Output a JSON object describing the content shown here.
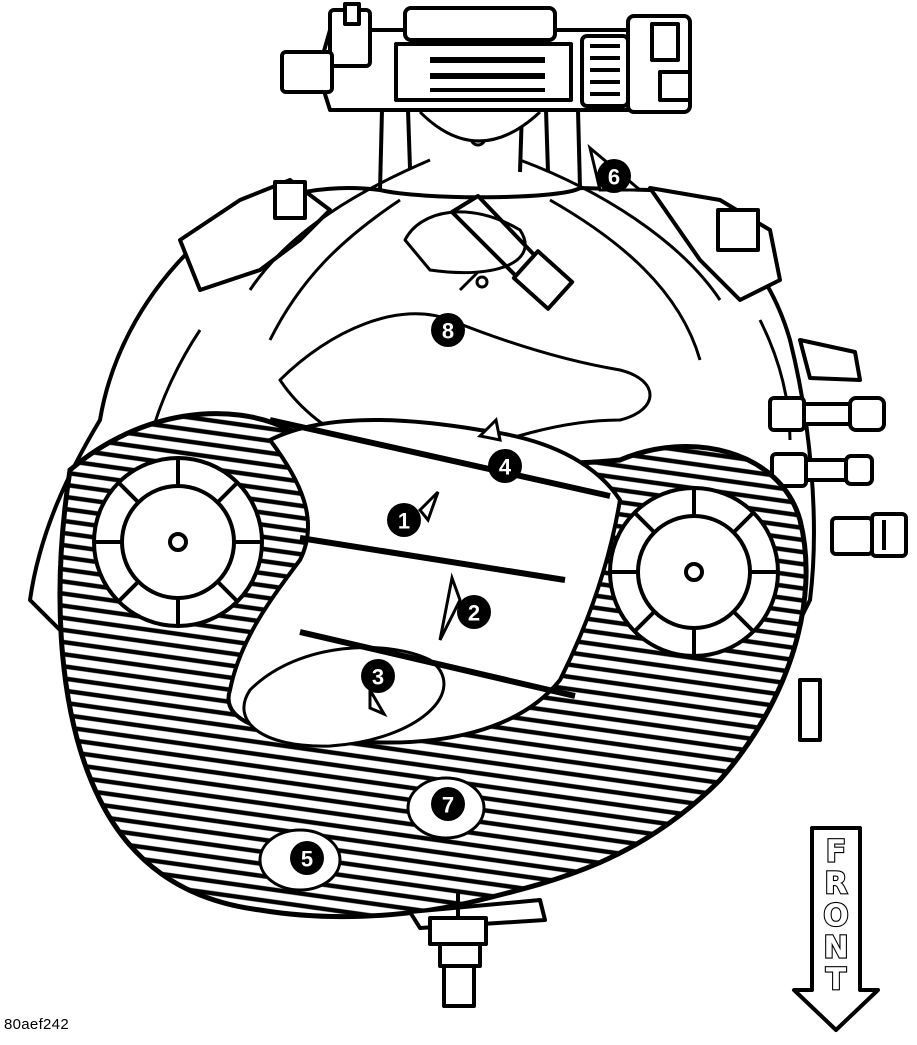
{
  "diagram": {
    "figure_code": "80aef242",
    "direction_label": "FRONT",
    "callouts": [
      {
        "id": "callout-1",
        "label": "1"
      },
      {
        "id": "callout-2",
        "label": "2"
      },
      {
        "id": "callout-3",
        "label": "3"
      },
      {
        "id": "callout-4",
        "label": "4"
      },
      {
        "id": "callout-5",
        "label": "5"
      },
      {
        "id": "callout-6",
        "label": "6"
      },
      {
        "id": "callout-7",
        "label": "7"
      },
      {
        "id": "callout-8",
        "label": "8"
      }
    ],
    "colors": {
      "ink": "#000000",
      "paper": "#ffffff"
    }
  }
}
